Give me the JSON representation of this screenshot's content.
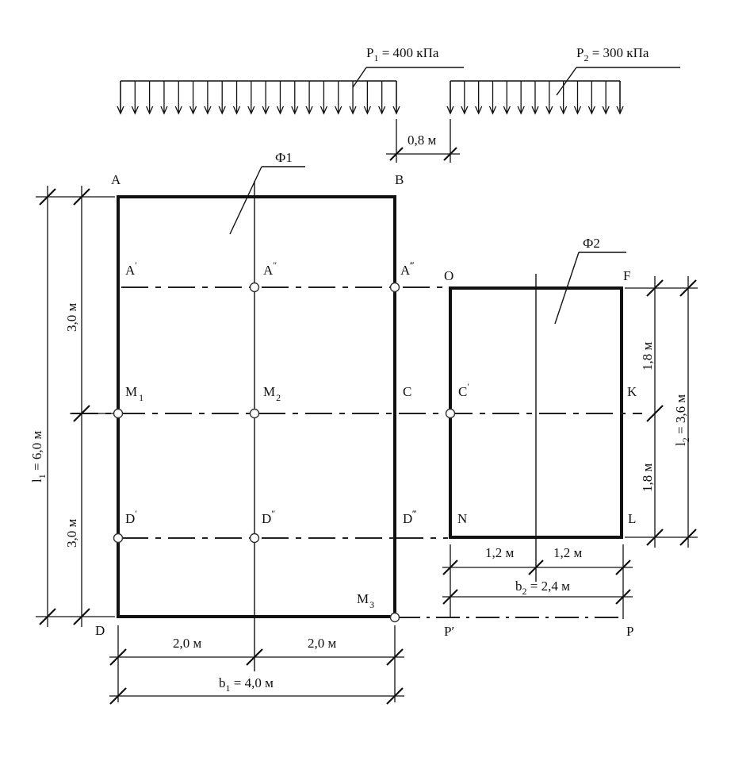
{
  "loads": {
    "p1": {
      "symbol": "P",
      "sub": "1",
      "value": " = 400 кПа"
    },
    "p2": {
      "symbol": "P",
      "sub": "2",
      "value": " = 300 кПа"
    },
    "gap": "0,8 м"
  },
  "foundations": {
    "f1": "Ф1",
    "f2": "Ф2"
  },
  "points": {
    "A": "A",
    "B": "B",
    "A1": "A",
    "A1p": "′",
    "A2": "A",
    "A2p": "″",
    "A3": "A",
    "A3p": "‴",
    "O": "O",
    "F": "F",
    "M1": "M",
    "M1s": "1",
    "M2": "M",
    "M2s": "2",
    "C": "C",
    "C1": "C",
    "C1p": "′",
    "K": "K",
    "D1": "D",
    "D1p": "′",
    "D2": "D",
    "D2p": "″",
    "D3": "D",
    "D3p": "‴",
    "N": "N",
    "L": "L",
    "M3": "M",
    "M3s": "3",
    "D": "D",
    "P1": "P′",
    "P": "P"
  },
  "dims": {
    "l1_sym": "l",
    "l1_sub": "1",
    "l1_val": " = 6,0 м",
    "upper_half": "3,0 м",
    "lower_half": "3,0 м",
    "l2_sym": "l",
    "l2_sub": "2",
    "l2_val": " = 3,6 м",
    "upper_half2": "1,8 м",
    "lower_half2": "1,8 м",
    "b1_left": "2,0 м",
    "b1_right": "2,0 м",
    "b1_sym": "b",
    "b1_sub": "1",
    "b1_val": " = 4,0 м",
    "b2_left": "1,2 м",
    "b2_right": "1,2 м",
    "b2_sym": "b",
    "b2_sub": "2",
    "b2_val": " = 2,4 м"
  }
}
